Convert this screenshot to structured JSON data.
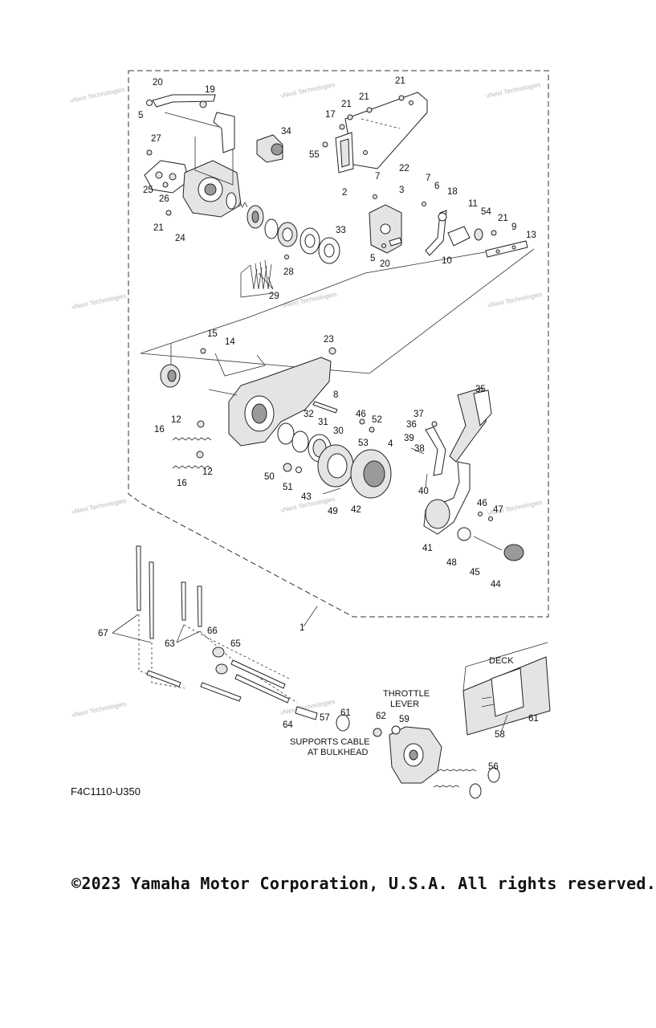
{
  "diagram": {
    "part_numbers": [
      "1",
      "2",
      "3",
      "4",
      "5",
      "6",
      "7",
      "8",
      "9",
      "10",
      "11",
      "12",
      "13",
      "14",
      "15",
      "16",
      "17",
      "18",
      "19",
      "20",
      "21",
      "22",
      "23",
      "24",
      "25",
      "26",
      "27",
      "28",
      "29",
      "30",
      "31",
      "32",
      "33",
      "34",
      "35",
      "36",
      "37",
      "38",
      "39",
      "40",
      "41",
      "42",
      "43",
      "44",
      "45",
      "46",
      "47",
      "48",
      "49",
      "50",
      "51",
      "52",
      "53",
      "54",
      "55",
      "56",
      "57",
      "58",
      "59",
      "61",
      "62",
      "63",
      "64",
      "65",
      "66",
      "67"
    ],
    "labels": {
      "deck": "DECK",
      "throttle_lever_line1": "THROTTLE",
      "throttle_lever_line2": "LEVER",
      "supports_cable_line1": "SUPPORTS CABLE",
      "supports_cable_line2": "AT BULKHEAD"
    },
    "watermark": "vNext Technologies",
    "figure_code": "F4C1110-U350"
  },
  "footer": {
    "copyright": "©2023 Yamaha Motor Corporation, U.S.A. All rights reserved."
  }
}
